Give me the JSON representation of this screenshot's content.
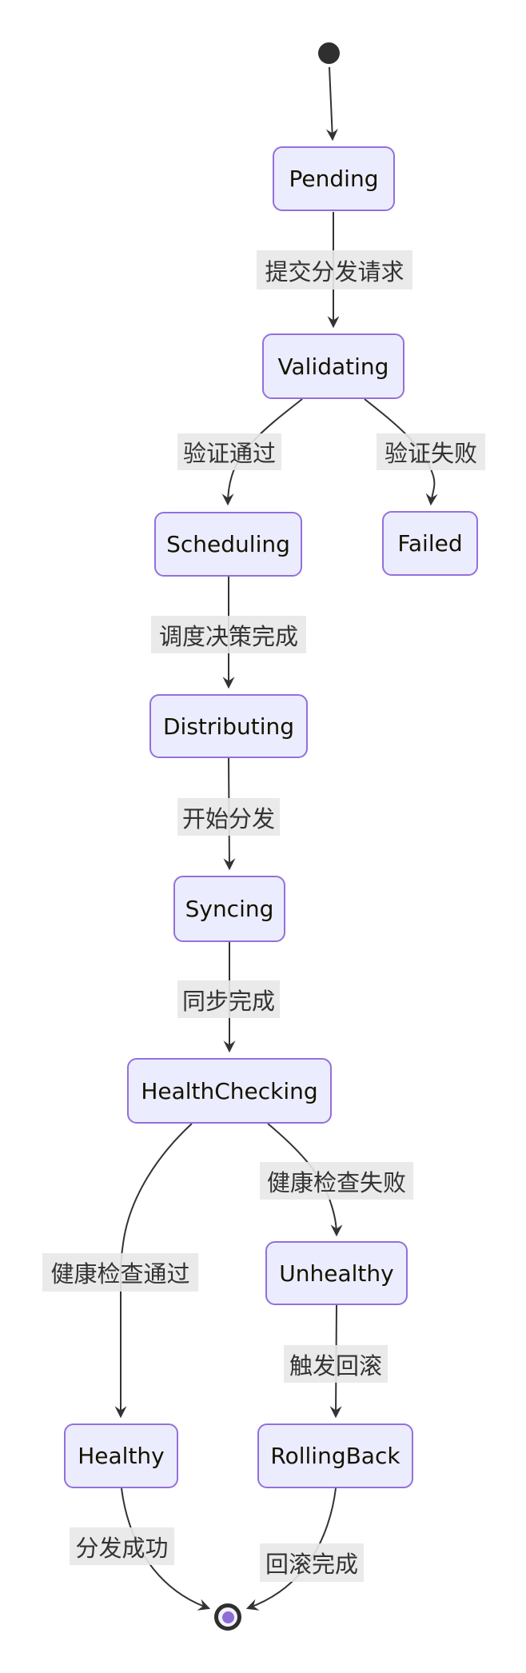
{
  "diagram": {
    "type": "state-diagram",
    "states": [
      {
        "id": "Pending",
        "label": "Pending"
      },
      {
        "id": "Validating",
        "label": "Validating"
      },
      {
        "id": "Scheduling",
        "label": "Scheduling"
      },
      {
        "id": "Failed",
        "label": "Failed"
      },
      {
        "id": "Distributing",
        "label": "Distributing"
      },
      {
        "id": "Syncing",
        "label": "Syncing"
      },
      {
        "id": "HealthChecking",
        "label": "HealthChecking"
      },
      {
        "id": "Unhealthy",
        "label": "Unhealthy"
      },
      {
        "id": "Healthy",
        "label": "Healthy"
      },
      {
        "id": "RollingBack",
        "label": "RollingBack"
      }
    ],
    "transitions": [
      {
        "from": "[*]",
        "to": "Pending",
        "label": ""
      },
      {
        "from": "Pending",
        "to": "Validating",
        "label": "提交分发请求"
      },
      {
        "from": "Validating",
        "to": "Scheduling",
        "label": "验证通过"
      },
      {
        "from": "Validating",
        "to": "Failed",
        "label": "验证失败"
      },
      {
        "from": "Scheduling",
        "to": "Distributing",
        "label": "调度决策完成"
      },
      {
        "from": "Distributing",
        "to": "Syncing",
        "label": "开始分发"
      },
      {
        "from": "Syncing",
        "to": "HealthChecking",
        "label": "同步完成"
      },
      {
        "from": "HealthChecking",
        "to": "Healthy",
        "label": "健康检查通过"
      },
      {
        "from": "HealthChecking",
        "to": "Unhealthy",
        "label": "健康检查失败"
      },
      {
        "from": "Unhealthy",
        "to": "RollingBack",
        "label": "触发回滚"
      },
      {
        "from": "Healthy",
        "to": "[*]",
        "label": "分发成功"
      },
      {
        "from": "RollingBack",
        "to": "[*]",
        "label": "回滚完成"
      }
    ],
    "colors": {
      "node_fill": "#ECECFF",
      "node_border": "#9370DB",
      "edge_line": "#333333",
      "edge_label_bg": "#e8e8e8",
      "state_text": "#131300",
      "start_dot": "#2f2f2f",
      "final_ring": "#2f2f2f",
      "final_inner_dot": "#8d6cd4",
      "background": "#ffffff"
    }
  }
}
